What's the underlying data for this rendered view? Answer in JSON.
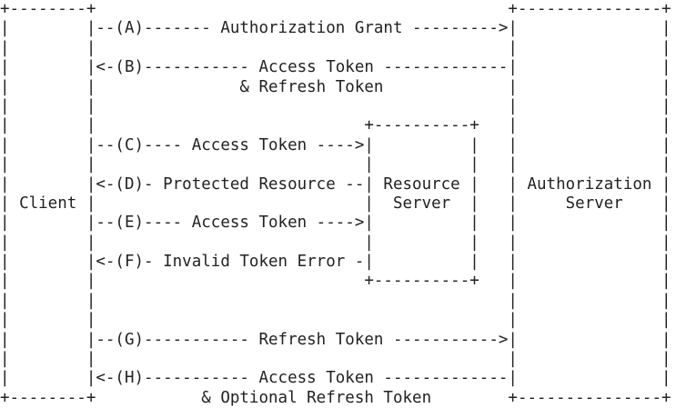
{
  "diagram": {
    "text_color": "#222222",
    "background": "#ffffff",
    "lines": [
      "+--------+                                           +---------------+",
      "|        |--(A)------- Authorization Grant --------->|               |",
      "|        |                                           |               |",
      "|        |<-(B)----------- Access Token -------------|               |",
      "|        |               & Refresh Token             |               |",
      "|        |                                           |               |",
      "|        |                            +----------+   |               |",
      "|        |--(C)---- Access Token ---->|          |   |               |",
      "|        |                            |          |   |               |",
      "|        |<-(D)- Protected Resource --| Resource |   | Authorization |",
      "| Client |                            |  Server  |   |     Server    |",
      "|        |--(E)---- Access Token ---->|          |   |               |",
      "|        |                            |          |   |               |",
      "|        |<-(F)- Invalid Token Error -|          |   |               |",
      "|        |                            +----------+   |               |",
      "|        |                                           |               |",
      "|        |                                           |               |",
      "|        |--(G)----------- Refresh Token ----------->|               |",
      "|        |                                           |               |",
      "|        |<-(H)----------- Access Token -------------|               |",
      "+--------+           & Optional Refresh Token        +---------------+"
    ]
  }
}
